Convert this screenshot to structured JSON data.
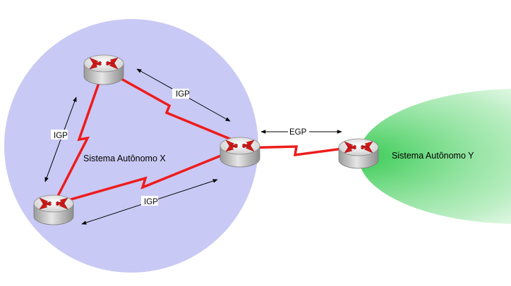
{
  "regions": {
    "as_x": {
      "label": "Sistema Autônomo X",
      "color": "#c9c9f5"
    },
    "as_y": {
      "label": "Sistema Autônomo Y",
      "color": "#2dc84a"
    }
  },
  "links": {
    "igp_top": "IGP",
    "igp_left": "IGP",
    "igp_bottom": "IGP",
    "egp": "EGP"
  },
  "colors": {
    "link": "#ee1c1c",
    "router_body": "#d4d4d4",
    "router_top": "#f5f5f5",
    "router_arrows": "#d01818"
  },
  "routers": [
    "router-top",
    "router-bottom-left",
    "router-border-x",
    "router-border-y"
  ]
}
